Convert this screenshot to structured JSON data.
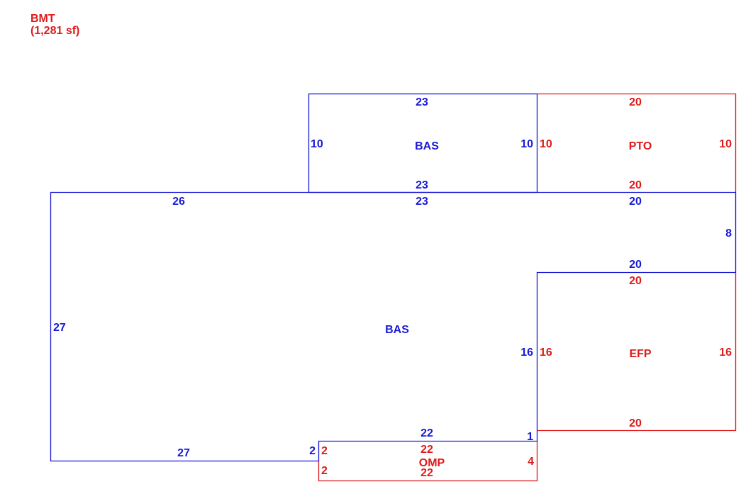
{
  "colors": {
    "living": "#1a1ad6",
    "other": "#e01a1a",
    "background": "#ffffff"
  },
  "legend": {
    "label": "BMT",
    "area": "(1,281 sf)"
  },
  "areas": {
    "bas_upper": {
      "label": "BAS",
      "dims": {
        "top": "23",
        "left": "10",
        "right": "10",
        "bottom": "23"
      }
    },
    "pto": {
      "label": "PTO",
      "dims": {
        "top": "20",
        "left": "10",
        "right": "10",
        "bottom": "20"
      }
    },
    "bas_main": {
      "label": "BAS",
      "dims": {
        "top_left": "26",
        "top_mid": "23",
        "top_right": "20",
        "right_upper": "8",
        "step_top": "20",
        "right_lower": "16",
        "step_small": "1",
        "step_bottom": "22",
        "step_left": "2",
        "bottom": "27",
        "left": "27"
      }
    },
    "efp": {
      "label": "EFP",
      "dims": {
        "top": "20",
        "left": "16",
        "right": "16",
        "bottom": "20"
      }
    },
    "omp": {
      "label": "OMP",
      "dims": {
        "top": "22",
        "left_upper": "2",
        "left_lower": "2",
        "right": "4",
        "bottom": "22"
      }
    }
  }
}
